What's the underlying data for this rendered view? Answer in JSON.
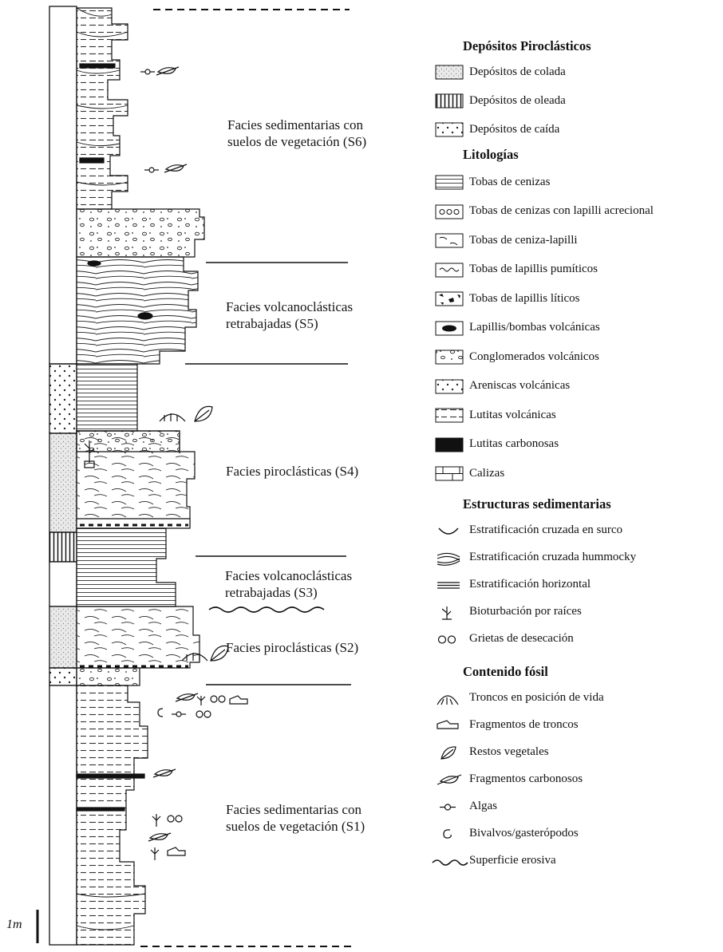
{
  "facies": [
    {
      "id": "S6",
      "line1": "Facies sedimentarias con",
      "line2": "suelos de vegetación (S6)"
    },
    {
      "id": "S5",
      "line1": "Facies volcanoclásticas",
      "line2": "retrabajadas (S5)"
    },
    {
      "id": "S4",
      "line1": "Facies piroclásticas (S4)",
      "line2": ""
    },
    {
      "id": "S3",
      "line1": "Facies volcanoclásticas",
      "line2": "retrabajadas (S3)"
    },
    {
      "id": "S2",
      "line1": "Facies piroclásticas (S2)",
      "line2": ""
    },
    {
      "id": "S1",
      "line1": "Facies sedimentarias con",
      "line2": "suelos de vegetación (S1)"
    }
  ],
  "scale_label": "1m",
  "legend": {
    "piroclasticos": {
      "title": "Depósitos Piroclásticos",
      "items": [
        {
          "label": "Depósitos de colada",
          "icon": "flow-deposit"
        },
        {
          "label": "Depósitos de oleada",
          "icon": "surge-deposit"
        },
        {
          "label": "Depósitos de caída",
          "icon": "fall-deposit"
        }
      ]
    },
    "litologias": {
      "title": "Litologías",
      "items": [
        {
          "label": "Tobas de cenizas",
          "icon": "ash-tuff"
        },
        {
          "label": "Tobas de cenizas con lapilli acrecional",
          "icon": "accretionary-lapilli"
        },
        {
          "label": "Tobas de ceniza-lapilli",
          "icon": "ash-lapilli-tuff"
        },
        {
          "label": "Tobas de lapillis pumíticos",
          "icon": "pumice-lapilli"
        },
        {
          "label": "Tobas de lapillis líticos",
          "icon": "lithic-lapilli"
        },
        {
          "label": "Lapillis/bombas volcánicas",
          "icon": "volcanic-bomb"
        },
        {
          "label": "Conglomerados volcánicos",
          "icon": "volcanic-conglomerate"
        },
        {
          "label": "Areniscas volcánicas",
          "icon": "volcanic-sandstone"
        },
        {
          "label": "Lutitas volcánicas",
          "icon": "volcanic-shale"
        },
        {
          "label": "Lutitas carbonosas",
          "icon": "carbonaceous-shale"
        },
        {
          "label": "Calizas",
          "icon": "limestone"
        }
      ]
    },
    "estructuras": {
      "title": "Estructuras sedimentarias",
      "items": [
        {
          "label": "Estratificación cruzada en surco",
          "icon": "trough-cross"
        },
        {
          "label": "Estratificación cruzada hummocky",
          "icon": "hummocky"
        },
        {
          "label": "Estratificación horizontal",
          "icon": "horizontal"
        },
        {
          "label": "Bioturbación por raíces",
          "icon": "root"
        },
        {
          "label": "Grietas de desecación",
          "icon": "mudcrack"
        }
      ]
    },
    "fosil": {
      "title": "Contenido fósil",
      "items": [
        {
          "label": "Troncos en posición de vida",
          "icon": "trunk-in-situ"
        },
        {
          "label": "Fragmentos de troncos",
          "icon": "trunk-fragment"
        },
        {
          "label": "Restos vegetales",
          "icon": "leaf"
        },
        {
          "label": "Fragmentos carbonosos",
          "icon": "carbon-fragment"
        },
        {
          "label": "Algas",
          "icon": "algae"
        },
        {
          "label": "Bivalvos/gasterópodos",
          "icon": "bivalve"
        },
        {
          "label": "Superficie erosiva",
          "icon": "erosive"
        }
      ]
    }
  }
}
